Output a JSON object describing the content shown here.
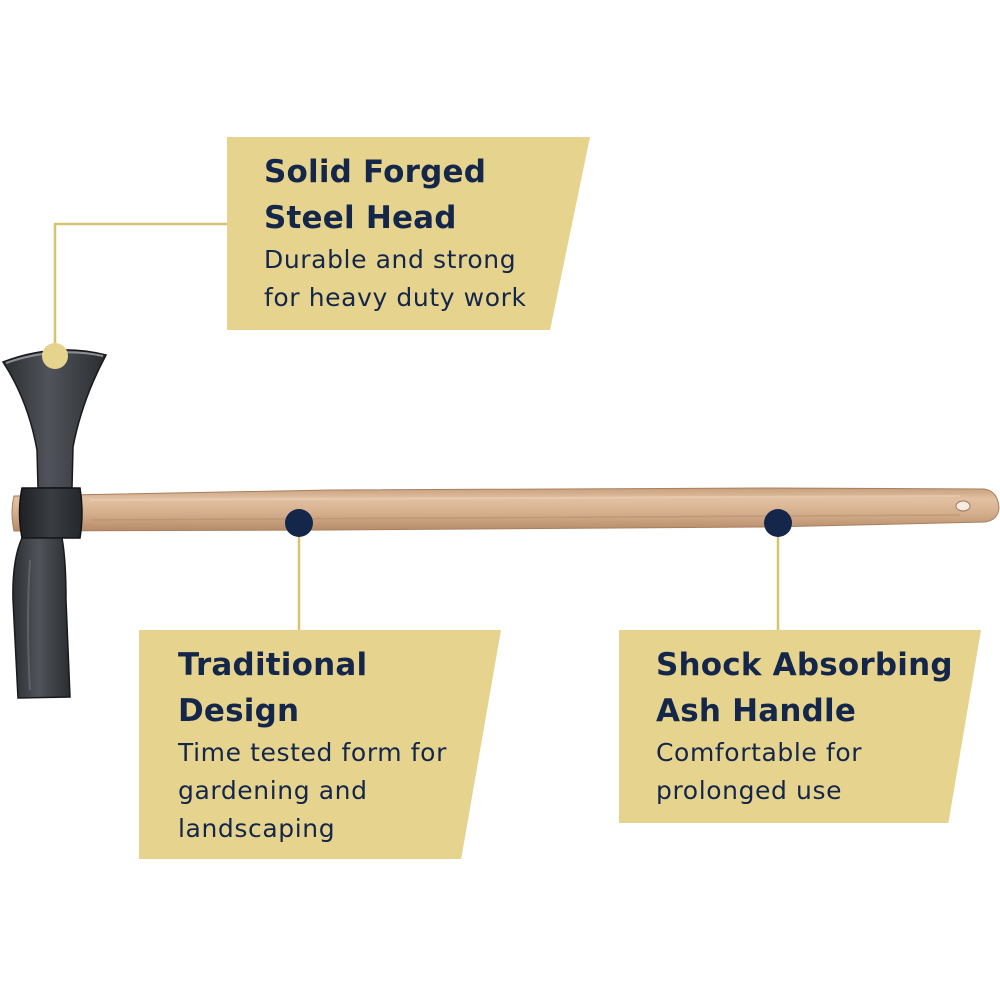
{
  "colors": {
    "callout_fill": "#e6d48e",
    "text_navy": "#14264a",
    "leader_line": "#d9c36f",
    "marker_navy": "#14264a",
    "steel": "#2a2d31",
    "ash_wood": "#d7b392"
  },
  "callouts": {
    "steel_head": {
      "title_line1": "Solid Forged",
      "title_line2": "Steel Head",
      "desc_line1": "Durable and strong",
      "desc_line2": "for heavy duty work"
    },
    "traditional_design": {
      "title_line1": "Traditional",
      "title_line2": "Design",
      "desc_line1": "Time tested form for",
      "desc_line2": "gardening and",
      "desc_line3": "landscaping"
    },
    "ash_handle": {
      "title_line1": "Shock Absorbing",
      "title_line2": "Ash Handle",
      "desc_line1": "Comfortable for",
      "desc_line2": "prolonged use"
    }
  }
}
